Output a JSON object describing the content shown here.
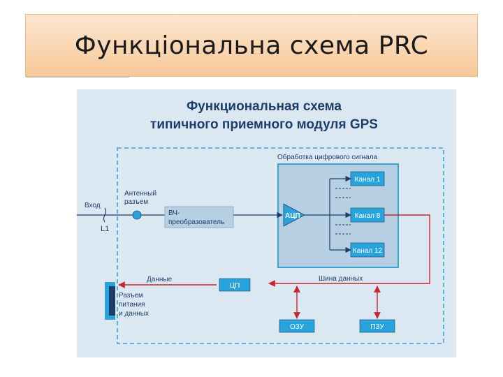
{
  "slide": {
    "title": "Функціональна схема PRC"
  },
  "diagram": {
    "title_line1": "Функциональная схема",
    "title_line2": "типичного приемного модуля GPS",
    "dsp_block": "Обработка цифрового сигнала",
    "input_label": "Вход",
    "l1_label": "L1",
    "antenna_line1": "Антенный",
    "antenna_line2": "разъем",
    "rf_line1": "ВЧ-",
    "rf_line2": "преобразователь",
    "adc": "АЦП",
    "channels": [
      "Канал 1",
      "Канал 8",
      "Канал 12"
    ],
    "data_label": "Данные",
    "cpu": "ЦП",
    "bus_label": "Шина данных",
    "connector_line1": "Разъем",
    "connector_line2": "питания",
    "connector_line3": "и данных",
    "ram": "ОЗУ",
    "rom": "ПЗУ",
    "colors": {
      "background": "#dbe8f2",
      "frame": "#3aa4cf",
      "block": "#b7cfe3",
      "arrow_red": "#c8262c",
      "text": "#1d3d6b"
    }
  }
}
